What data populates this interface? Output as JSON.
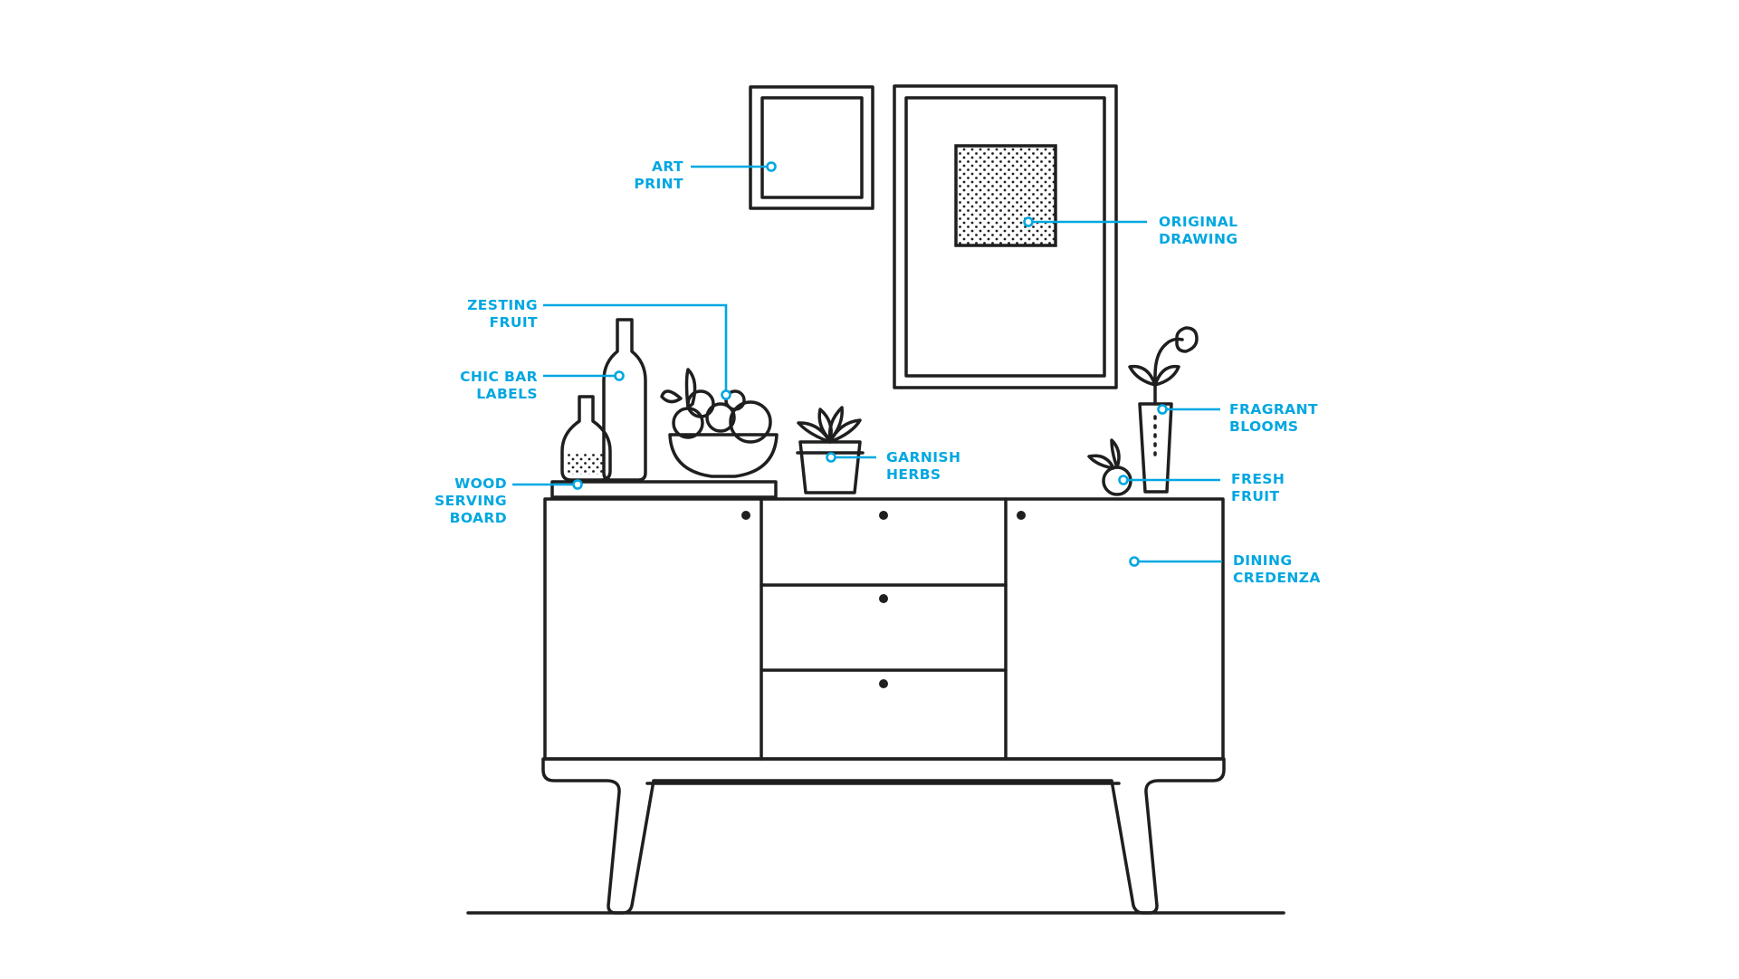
{
  "colors": {
    "line": "#1f1f1f",
    "accent": "#00a7e1",
    "background": "#ffffff"
  },
  "labels": {
    "art_print": "ART\nPRINT",
    "original_drawing": "ORIGINAL\nDRAWING",
    "zesting_fruit": "ZESTING\nFRUIT",
    "chic_bar_labels": "CHIC BAR\nLABELS",
    "wood_serving_board": "WOOD\nSERVING\nBOARD",
    "garnish_herbs": "GARNISH\nHERBS",
    "fragrant_blooms": "FRAGRANT\nBLOOMS",
    "fresh_fruit": "FRESH\nFRUIT",
    "dining_credenza": "DINING\nCREDENZA"
  }
}
